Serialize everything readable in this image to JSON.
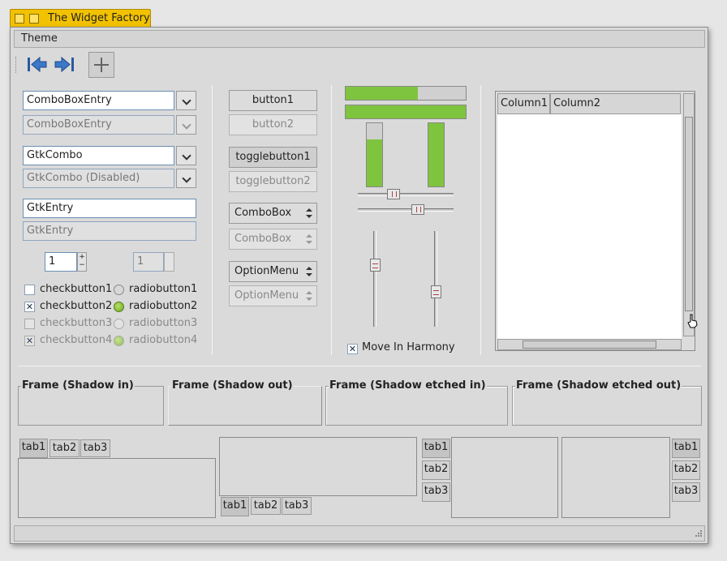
{
  "window": {
    "title": "The Widget Factory"
  },
  "menubar": {
    "items": [
      "Theme"
    ]
  },
  "toolbar": {
    "buttons": [
      "go-first-icon",
      "go-last-icon",
      "add-icon"
    ]
  },
  "left": {
    "combo_entry_1": "ComboBoxEntry",
    "combo_entry_2": "ComboBoxEntry",
    "gtkcombo_1": "GtkCombo",
    "gtkcombo_2": "GtkCombo (Disabled)",
    "entry_1": "GtkEntry",
    "entry_2": "GtkEntry",
    "spin_1": "1",
    "spin_2": "1",
    "checks": [
      {
        "label": "checkbutton1",
        "checked": false,
        "disabled": false
      },
      {
        "label": "checkbutton2",
        "checked": true,
        "disabled": false
      },
      {
        "label": "checkbutton3",
        "checked": false,
        "disabled": true
      },
      {
        "label": "checkbutton4",
        "checked": true,
        "disabled": true
      }
    ],
    "radios": [
      {
        "label": "radiobutton1",
        "selected": false,
        "disabled": false
      },
      {
        "label": "radiobutton2",
        "selected": true,
        "disabled": false
      },
      {
        "label": "radiobutton3",
        "selected": false,
        "disabled": true
      },
      {
        "label": "radiobutton4",
        "selected": true,
        "disabled": true
      }
    ]
  },
  "buttons": {
    "button1": "button1",
    "button2": "button2",
    "toggle1": "togglebutton1",
    "toggle2": "togglebutton2",
    "combobox1": "ComboBox",
    "combobox2": "ComboBox",
    "option1": "OptionMenu",
    "option2": "OptionMenu"
  },
  "progress": {
    "horizontal_1": 0.6,
    "horizontal_2": 1.0,
    "vertical_1": 0.75,
    "vertical_2": 1.0,
    "accent": "#7fc43e"
  },
  "sliders": {
    "hscale_1": 0.35,
    "hscale_2": 0.65,
    "vscale_1": 0.33,
    "vscale_2": 0.66,
    "move_in_harmony_label": "Move In Harmony",
    "move_in_harmony_checked": true
  },
  "tree": {
    "columns": [
      "Column1",
      "Column2"
    ]
  },
  "frames": [
    "Frame (Shadow in)",
    "Frame (Shadow out)",
    "Frame (Shadow etched in)",
    "Frame (Shadow etched out)"
  ],
  "notebooks": {
    "tabs": [
      "tab1",
      "tab2",
      "tab3"
    ]
  }
}
